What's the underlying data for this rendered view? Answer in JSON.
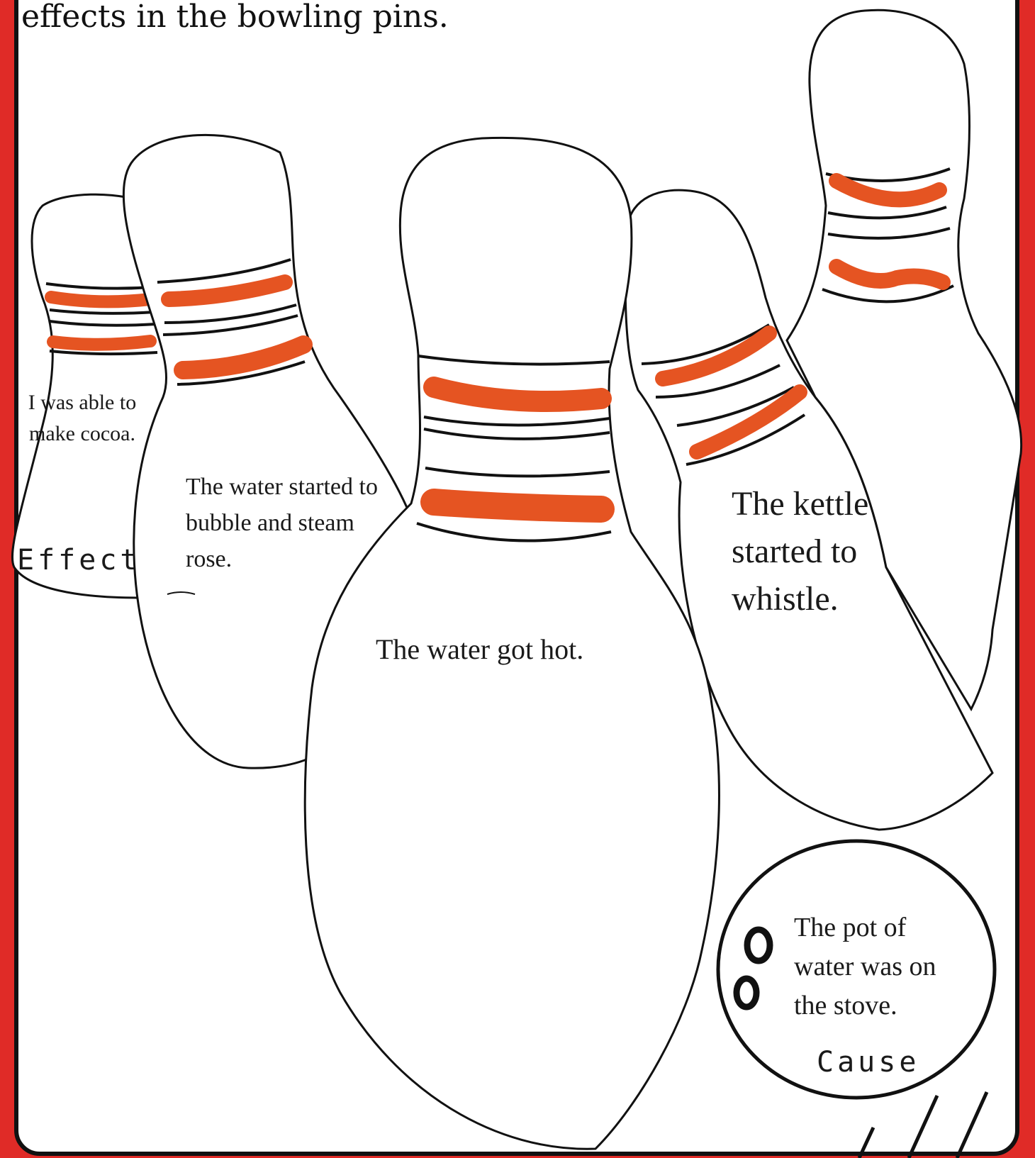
{
  "instruction": {
    "text": "effects in the bowling pins."
  },
  "pins": {
    "cocoa": "I was able to make cocoa.",
    "bubble": "The water started to bubble and steam rose.",
    "hot": "The water got hot.",
    "whistle": "The kettle started to whistle."
  },
  "ball": {
    "text": "The pot of water was on the stove."
  },
  "labels": {
    "effect": "Effect",
    "cause": "Cause"
  },
  "colors": {
    "border": "#e02b27",
    "stripe": "#e55422",
    "outline": "#111111",
    "paper": "#ffffff"
  },
  "icons": [
    "bowling-pin-icon",
    "bowling-ball-icon",
    "motion-lines-icon"
  ]
}
